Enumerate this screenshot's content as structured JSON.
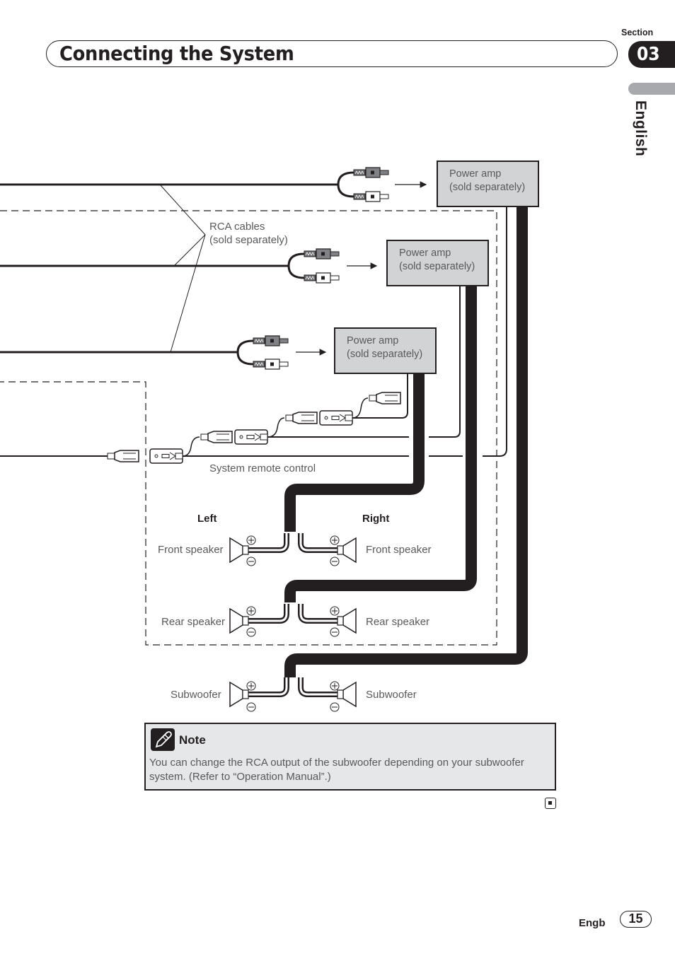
{
  "header": {
    "title": "Connecting the System",
    "section_label": "Section",
    "section_number": "03",
    "language_tab": "English"
  },
  "diagram": {
    "rca_label_line1": "RCA cables",
    "rca_label_line2": "(sold separately)",
    "amps": [
      {
        "line1": "Power amp",
        "line2": "(sold separately)"
      },
      {
        "line1": "Power amp",
        "line2": "(sold separately)"
      },
      {
        "line1": "Power amp",
        "line2": "(sold separately)"
      }
    ],
    "system_remote_label": "System remote control",
    "left_heading": "Left",
    "right_heading": "Right",
    "speakers": {
      "front_left": "Front speaker",
      "front_right": "Front speaker",
      "rear_left": "Rear speaker",
      "rear_right": "Rear speaker",
      "sub_left": "Subwoofer",
      "sub_right": "Subwoofer"
    }
  },
  "note": {
    "icon": "pencil-icon",
    "title": "Note",
    "text": "You can change the RCA output of the subwoofer depending on your subwoofer system. (Refer to “Operation Manual”.)"
  },
  "footer": {
    "language_code": "Engb",
    "page_number": "15"
  },
  "colors": {
    "ink": "#231f20",
    "text_gray": "#58595b",
    "amp_fill": "#d1d3d4",
    "note_fill": "#e6e7e8",
    "tab_gray": "#a7a9ac"
  }
}
